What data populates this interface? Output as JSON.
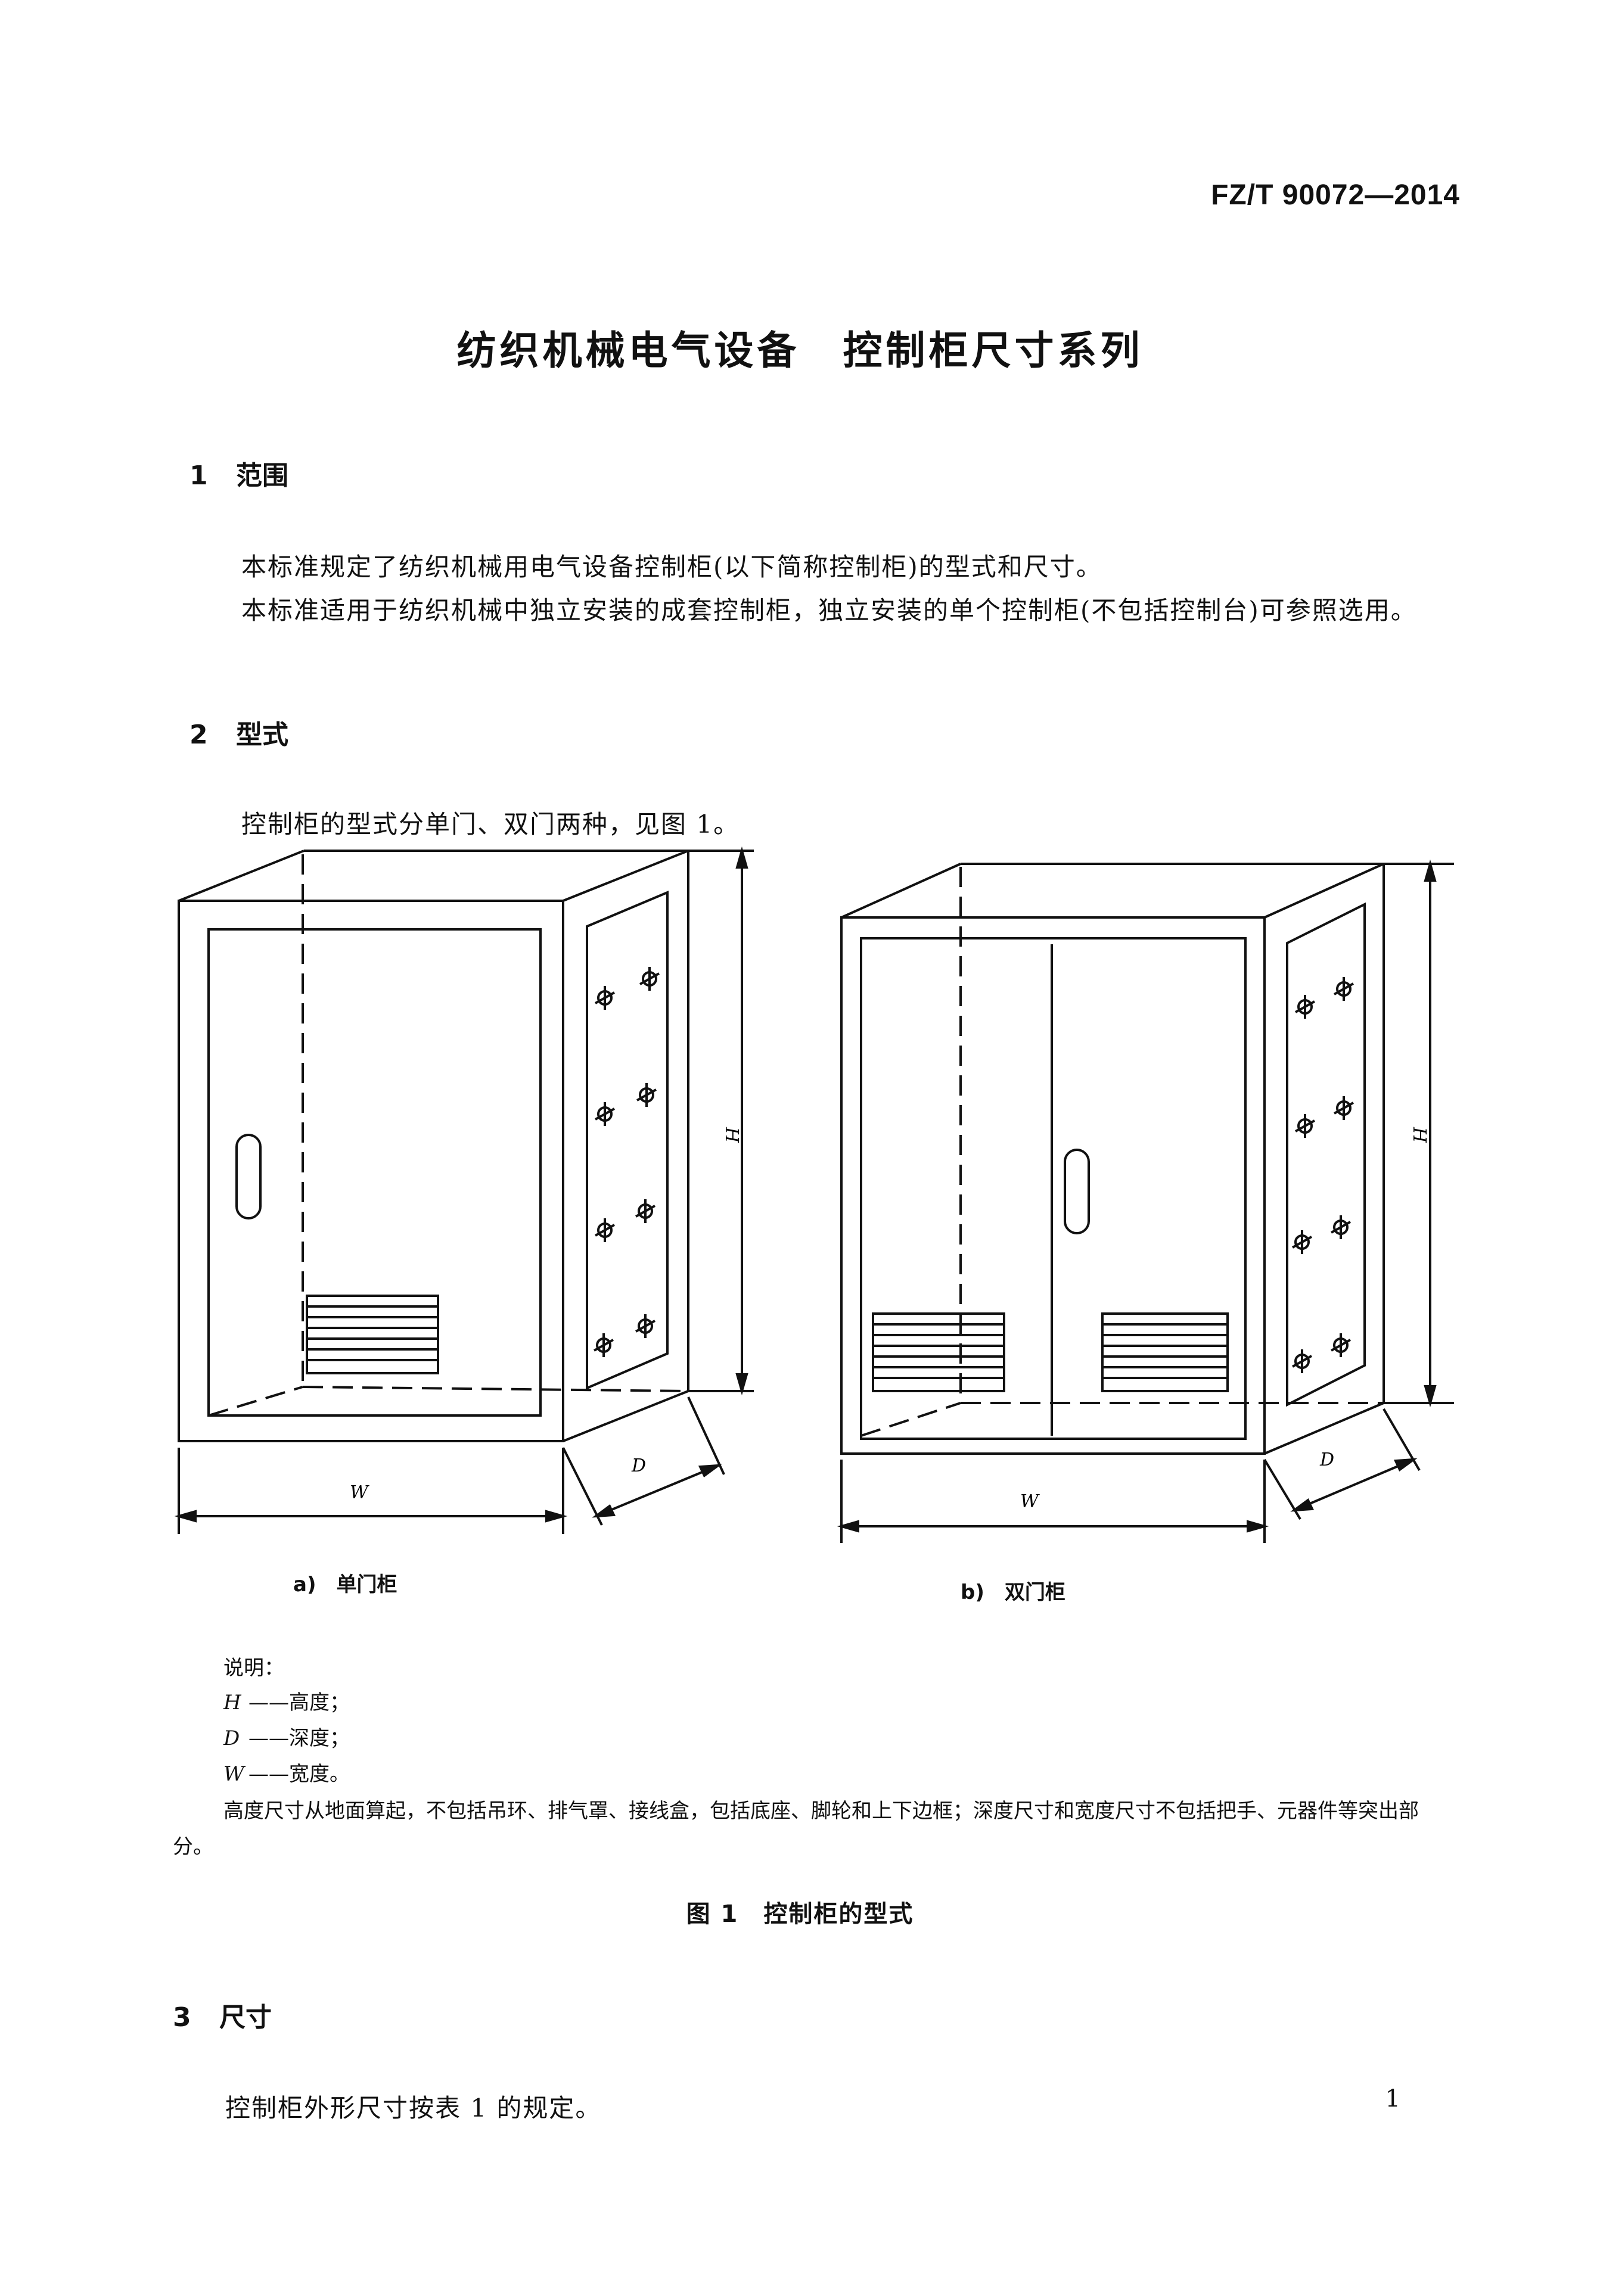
{
  "header": {
    "standard_no": "FZ/T 90072—2014"
  },
  "doc_title": "纺织机械电气设备　控制柜尺寸系列",
  "sections": {
    "s1": {
      "num": "1",
      "title": "范围",
      "p1": "本标准规定了纺织机械用电气设备控制柜(以下简称控制柜)的型式和尺寸。",
      "p2": "本标准适用于纺织机械中独立安装的成套控制柜，独立安装的单个控制柜(不包括控制台)可参照选用。"
    },
    "s2": {
      "num": "2",
      "title": "型式",
      "p1": "控制柜的型式分单门、双门两种，见图 1。"
    },
    "s3": {
      "num": "3",
      "title": "尺寸",
      "p1": "控制柜外形尺寸按表 1 的规定。"
    }
  },
  "figure": {
    "dim_labels": {
      "height": "H",
      "depth": "D",
      "width": "W"
    },
    "sub_a": "a)　单门柜",
    "sub_b": "b)　双门柜",
    "notes_title": "说明：",
    "notes": [
      {
        "sym": "H",
        "text": "——高度；"
      },
      {
        "sym": "D",
        "text": "——深度；"
      },
      {
        "sym": "W",
        "text": "——宽度。"
      }
    ],
    "notes_para": "高度尺寸从地面算起，不包括吊环、排气罩、接线盒，包括底座、脚轮和上下边框；深度尺寸和宽度尺寸不包括把手、元器件等突出部分。",
    "caption": "图 1　控制柜的型式"
  },
  "page_number": "1"
}
